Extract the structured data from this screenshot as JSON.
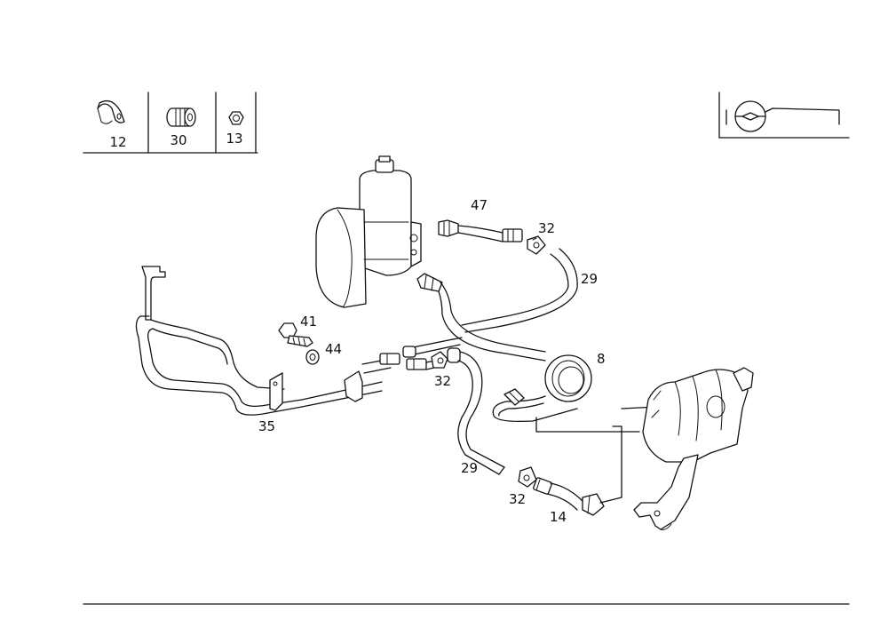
{
  "legend_cells": [
    {
      "number": "12",
      "icon": "clamp-icon"
    },
    {
      "number": "30",
      "icon": "rubber-grommet-icon"
    },
    {
      "number": "13",
      "icon": "hex-nut-icon"
    }
  ],
  "callouts": [
    "47",
    "32",
    "29",
    "8",
    "41",
    "44",
    "32",
    "35",
    "29",
    "32",
    "14"
  ],
  "orientation_icon": "steering-wheel-icon"
}
